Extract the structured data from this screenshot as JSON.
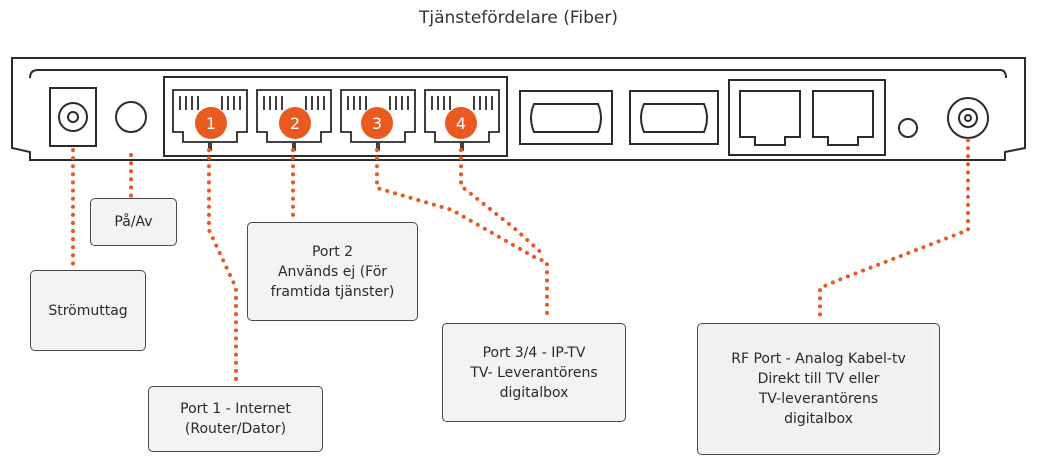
{
  "title": "Tjänstefördelare (Fiber)",
  "colors": {
    "accent": "#e85a1f",
    "outline": "#2b2b2b",
    "callout_bg": "#f3f3f3"
  },
  "ports": [
    {
      "number": "1"
    },
    {
      "number": "2"
    },
    {
      "number": "3"
    },
    {
      "number": "4"
    }
  ],
  "callouts": {
    "power_switch": "På/Av",
    "power_socket": "Strömuttag",
    "port2": "Port 2\nAnvänds ej (För\nframtida tjänster)",
    "port34": "Port 3/4 - IP-TV\nTV- Leverantörens\ndigitalbox",
    "port1": "Port 1 - Internet\n(Router/Dator)",
    "rf": "RF Port - Analog Kabel-tv\nDirekt till TV eller\nTV-leverantörens\ndigitalbox"
  }
}
